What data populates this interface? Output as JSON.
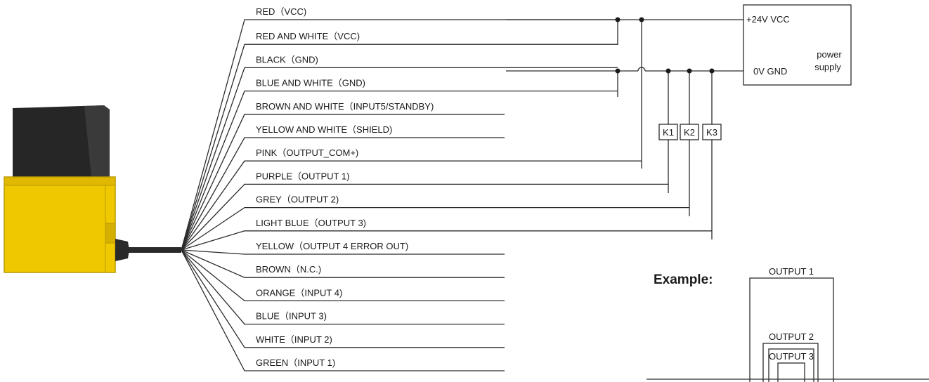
{
  "diagram": {
    "wires": [
      {
        "label": "RED（VCC)",
        "connects_to": "+24V VCC"
      },
      {
        "label": "RED AND WHITE（VCC)",
        "connects_to": "+24V VCC"
      },
      {
        "label": "BLACK（GND)",
        "connects_to": "0V GND"
      },
      {
        "label": "BLUE AND WHITE（GND)",
        "connects_to": "0V GND"
      },
      {
        "label": "BROWN AND WHITE（INPUT5/STANDBY)",
        "connects_to": ""
      },
      {
        "label": "YELLOW AND WHITE（SHIELD)",
        "connects_to": ""
      },
      {
        "label": "PINK（OUTPUT_COM+)",
        "connects_to": "+24V VCC"
      },
      {
        "label": "PURPLE（OUTPUT 1)",
        "connects_to": "K1"
      },
      {
        "label": "GREY（OUTPUT 2)",
        "connects_to": "K2"
      },
      {
        "label": "LIGHT BLUE（OUTPUT 3)",
        "connects_to": "K3"
      },
      {
        "label": "YELLOW（OUTPUT 4 ERROR OUT)",
        "connects_to": ""
      },
      {
        "label": "BROWN（N.C.)",
        "connects_to": ""
      },
      {
        "label": "ORANGE（INPUT 4)",
        "connects_to": ""
      },
      {
        "label": "BLUE（INPUT 3)",
        "connects_to": ""
      },
      {
        "label": "WHITE（INPUT 2)",
        "connects_to": ""
      },
      {
        "label": "GREEN（INPUT 1)",
        "connects_to": ""
      }
    ],
    "relays": [
      "K1",
      "K2",
      "K3"
    ],
    "power_supply": {
      "vcc_label": "+24V VCC",
      "gnd_label": "0V GND",
      "name_line1": "power",
      "name_line2": "supply"
    },
    "example": {
      "title": "Example:",
      "zones": [
        "OUTPUT 1",
        "OUTPUT 2",
        "OUTPUT 3"
      ]
    },
    "colors": {
      "device_body": "#f0c800",
      "device_body_dark": "#c9a400",
      "device_cap": "#262626",
      "line": "#2b2b2b"
    }
  }
}
